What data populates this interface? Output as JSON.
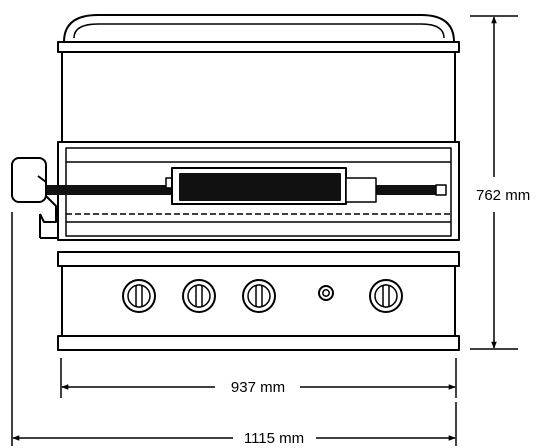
{
  "dimensions": {
    "height": "762 mm",
    "inner_width": "937 mm",
    "overall_width": "1115 mm"
  },
  "colors": {
    "stroke": "#000000",
    "background": "#ffffff",
    "spit": "#111111"
  },
  "icons": {
    "knob": "control-knob-icon",
    "igniter": "igniter-button-icon",
    "motor": "rotisserie-motor-icon"
  }
}
